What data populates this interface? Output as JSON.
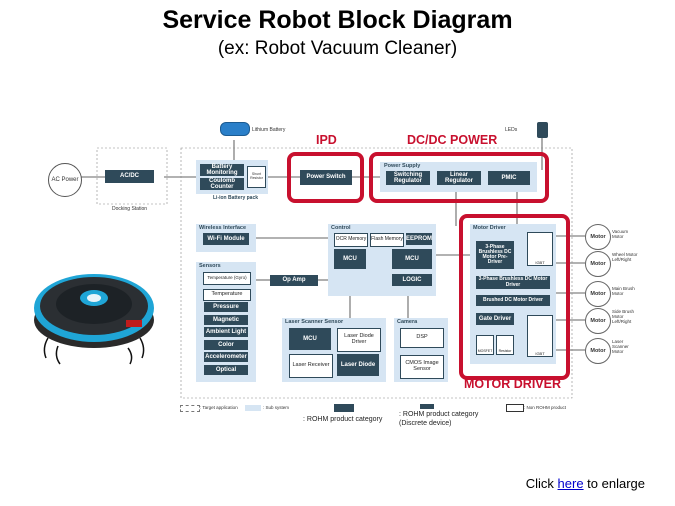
{
  "title": "Service Robot Block Diagram",
  "subtitle": "(ex: Robot Vacuum Cleaner)",
  "red_labels": {
    "ipd": "IPD",
    "dcdc": "DC/DC POWER",
    "motor_driver": "MOTOR DRIVER"
  },
  "ac_power": "AC Power",
  "docking": {
    "block": "AC/DC",
    "label": "Docking Station"
  },
  "battery": {
    "label": "Lithium Battery",
    "monitoring": "Battery Monitoring",
    "counter": "Coulomb Counter",
    "shunt": "Shunt Resistor",
    "pack": "Li-ion Battery pack"
  },
  "power_switch": "Power Switch",
  "power_supply": {
    "label": "Power Supply",
    "switching": "Switching Regulator",
    "linear": "Linear Regulator",
    "pmic": "PMIC"
  },
  "leds": "LEDs",
  "wireless": {
    "label": "Wireless Interface",
    "module": "Wi-Fi Module"
  },
  "control": {
    "label": "Control",
    "ocr": "OCR Memory",
    "flash": "Flash Memory",
    "eeprom": "EEPROM",
    "mcu1": "MCU",
    "mcu2": "MCU",
    "logic": "LOGIC"
  },
  "sensors": {
    "label": "Sensors",
    "items": [
      "Temperature (Gyro)",
      "Temperature",
      "Pressure",
      "Magnetic",
      "Ambient Light",
      "Color",
      "Accelerometer",
      "Optical"
    ]
  },
  "op_amp": "Op Amp",
  "laser": {
    "label": "Laser Scanner Sensor",
    "mcu": "MCU",
    "driver": "Laser Diode Driver",
    "receiver": "Laser Receiver",
    "diode": "Laser Diode"
  },
  "camera": {
    "label": "Camera",
    "dsp": "DSP",
    "cmos": "CMOS Image Sensor"
  },
  "motor_driver": {
    "label": "Motor Driver",
    "predriver": "3-Phase Brushless DC Motor Pre-Driver",
    "driver3": "3-Phase Brushless DC Motor Driver",
    "brushed": "Brushed DC Motor Driver",
    "gate": "Gate Driver",
    "igbt1": "IGBT",
    "igbt2": "IGBT",
    "mosfet": "MOSFET",
    "resistor": "Resistor"
  },
  "motors": [
    {
      "label": "Motor",
      "desc": "Vacuum Motor"
    },
    {
      "label": "Motor",
      "desc": "Wheel Motor Left/Right"
    },
    {
      "label": "Motor",
      "desc": "Main Brush Motor"
    },
    {
      "label": "Motor",
      "desc": "Side Brush Motor Left/Right"
    },
    {
      "label": "Motor",
      "desc": "Laser Scanner Motor"
    }
  ],
  "legend": {
    "target": ": Target application",
    "sub": ": Sub system",
    "rohm": ": ROHM product category",
    "rohm_discrete": ": ROHM product category (Discrete device)",
    "non_rohm": ": Non ROHM product"
  },
  "footer": {
    "prefix": "Click ",
    "link": "here",
    "suffix": " to enlarge"
  },
  "colors": {
    "accent_red": "#c8102e",
    "dark_block": "#2f4a5a",
    "light_block": "#d6e5f3"
  }
}
